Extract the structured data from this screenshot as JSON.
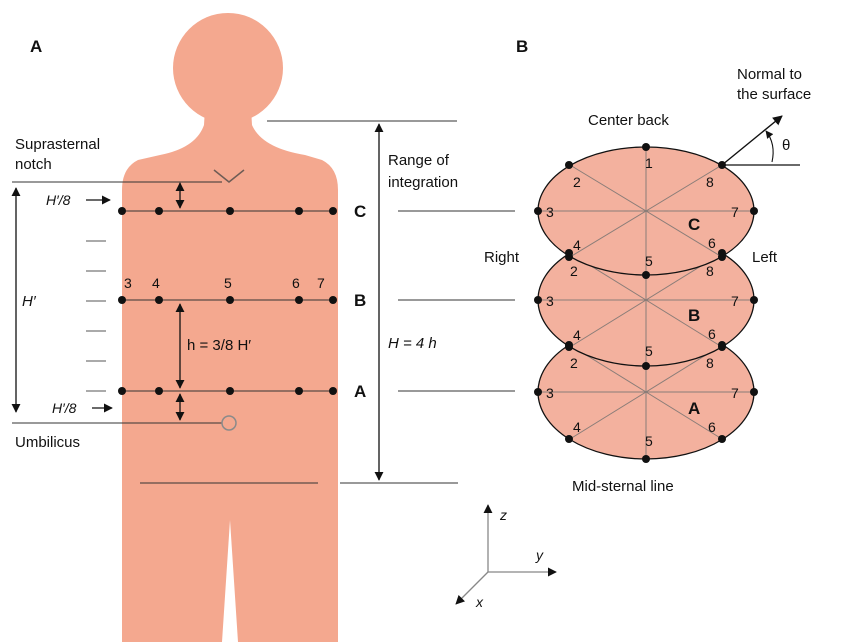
{
  "panel_a": {
    "label": "A",
    "suprasternal": [
      "Suprasternal",
      "notch"
    ],
    "range": [
      "Range of",
      "integration"
    ],
    "h_prime_8_top": "H′/8",
    "h_prime_8_bottom": "H′/8",
    "h_prime": "H′",
    "h_formula": "h = 3/8 H′",
    "H_formula": "H = 4 h",
    "umbilicus": "Umbilicus",
    "levels": [
      "C",
      "B",
      "A"
    ],
    "point_numbers": [
      "3",
      "4",
      "5",
      "6",
      "7"
    ]
  },
  "panel_b": {
    "label": "B",
    "normal": [
      "Normal to",
      "the surface"
    ],
    "theta": "θ",
    "center_back": "Center back",
    "right": "Right",
    "left": "Left",
    "mid_sternal": "Mid-sternal line",
    "ellipse_labels": [
      "C",
      "B",
      "A"
    ],
    "point_numbers": [
      "1",
      "2",
      "3",
      "4",
      "5",
      "6",
      "7",
      "8"
    ]
  },
  "axes": {
    "z": "z",
    "y": "y",
    "x": "x"
  },
  "colors": {
    "skin": "#f4a88f",
    "ellipse": "#f3b19e",
    "ink": "#111111"
  }
}
